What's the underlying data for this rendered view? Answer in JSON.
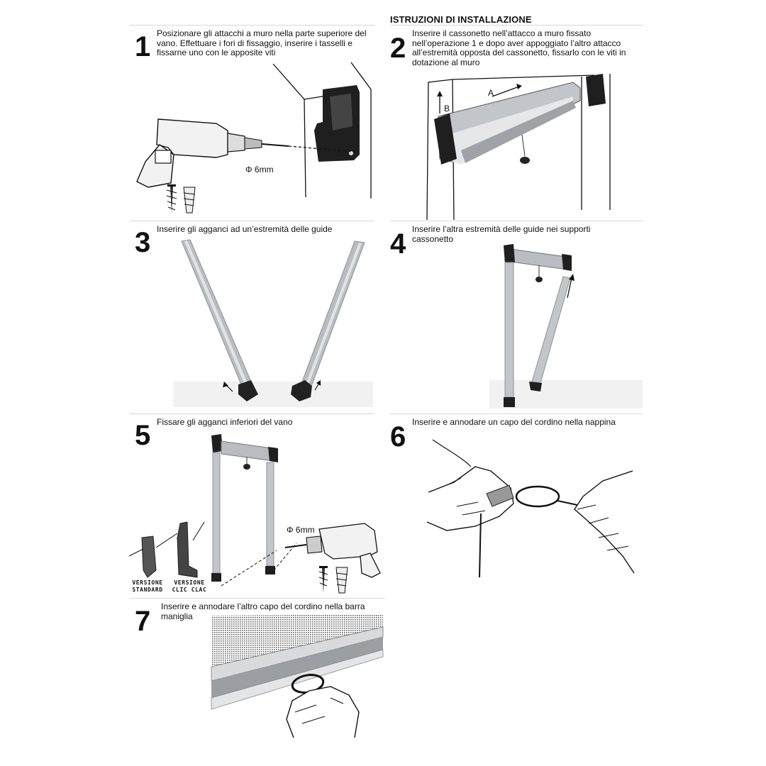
{
  "title": "ISTRUZIONI DI INSTALLAZIONE",
  "steps": [
    {
      "number": "1",
      "text": "Posizionare gli attacchi a muro nella parte superiore del vano. Effettuare i fori di fissaggio, inserire i tasselli e fissarne uno con le apposite viti"
    },
    {
      "number": "2",
      "text": "Inserire il cassonetto nell’attacco a muro fissato nell’operazione 1 e dopo aver appoggiato l’altro attacco all’estremità opposta del cassonetto, fissarlo con le viti in dotazione al muro"
    },
    {
      "number": "3",
      "text": "Inserire gli agganci ad un’estremità delle guide"
    },
    {
      "number": "4",
      "text": "Inserire l’altra estremità delle guide nei supporti cassonetto"
    },
    {
      "number": "5",
      "text": "Fissare gli agganci inferiori del vano"
    },
    {
      "number": "6",
      "text": "Inserire e annodare un capo del cordino nella nappina"
    },
    {
      "number": "7",
      "text": "Inserire e annodare l’altro capo del cordino nella barra maniglia"
    }
  ],
  "labels": {
    "drill_diameter_1": "Φ 6mm",
    "drill_diameter_5": "Φ 6mm",
    "arrow_a": "A",
    "arrow_b": "B",
    "version_standard": "VERSIONE STANDARD",
    "version_clic_clac": "VERSIONE CLIC CLAC"
  },
  "colors": {
    "rail": "#b9bcc0",
    "rail_dark": "#8f9398",
    "part": "#2a2a2a",
    "mesh": "#666666"
  }
}
